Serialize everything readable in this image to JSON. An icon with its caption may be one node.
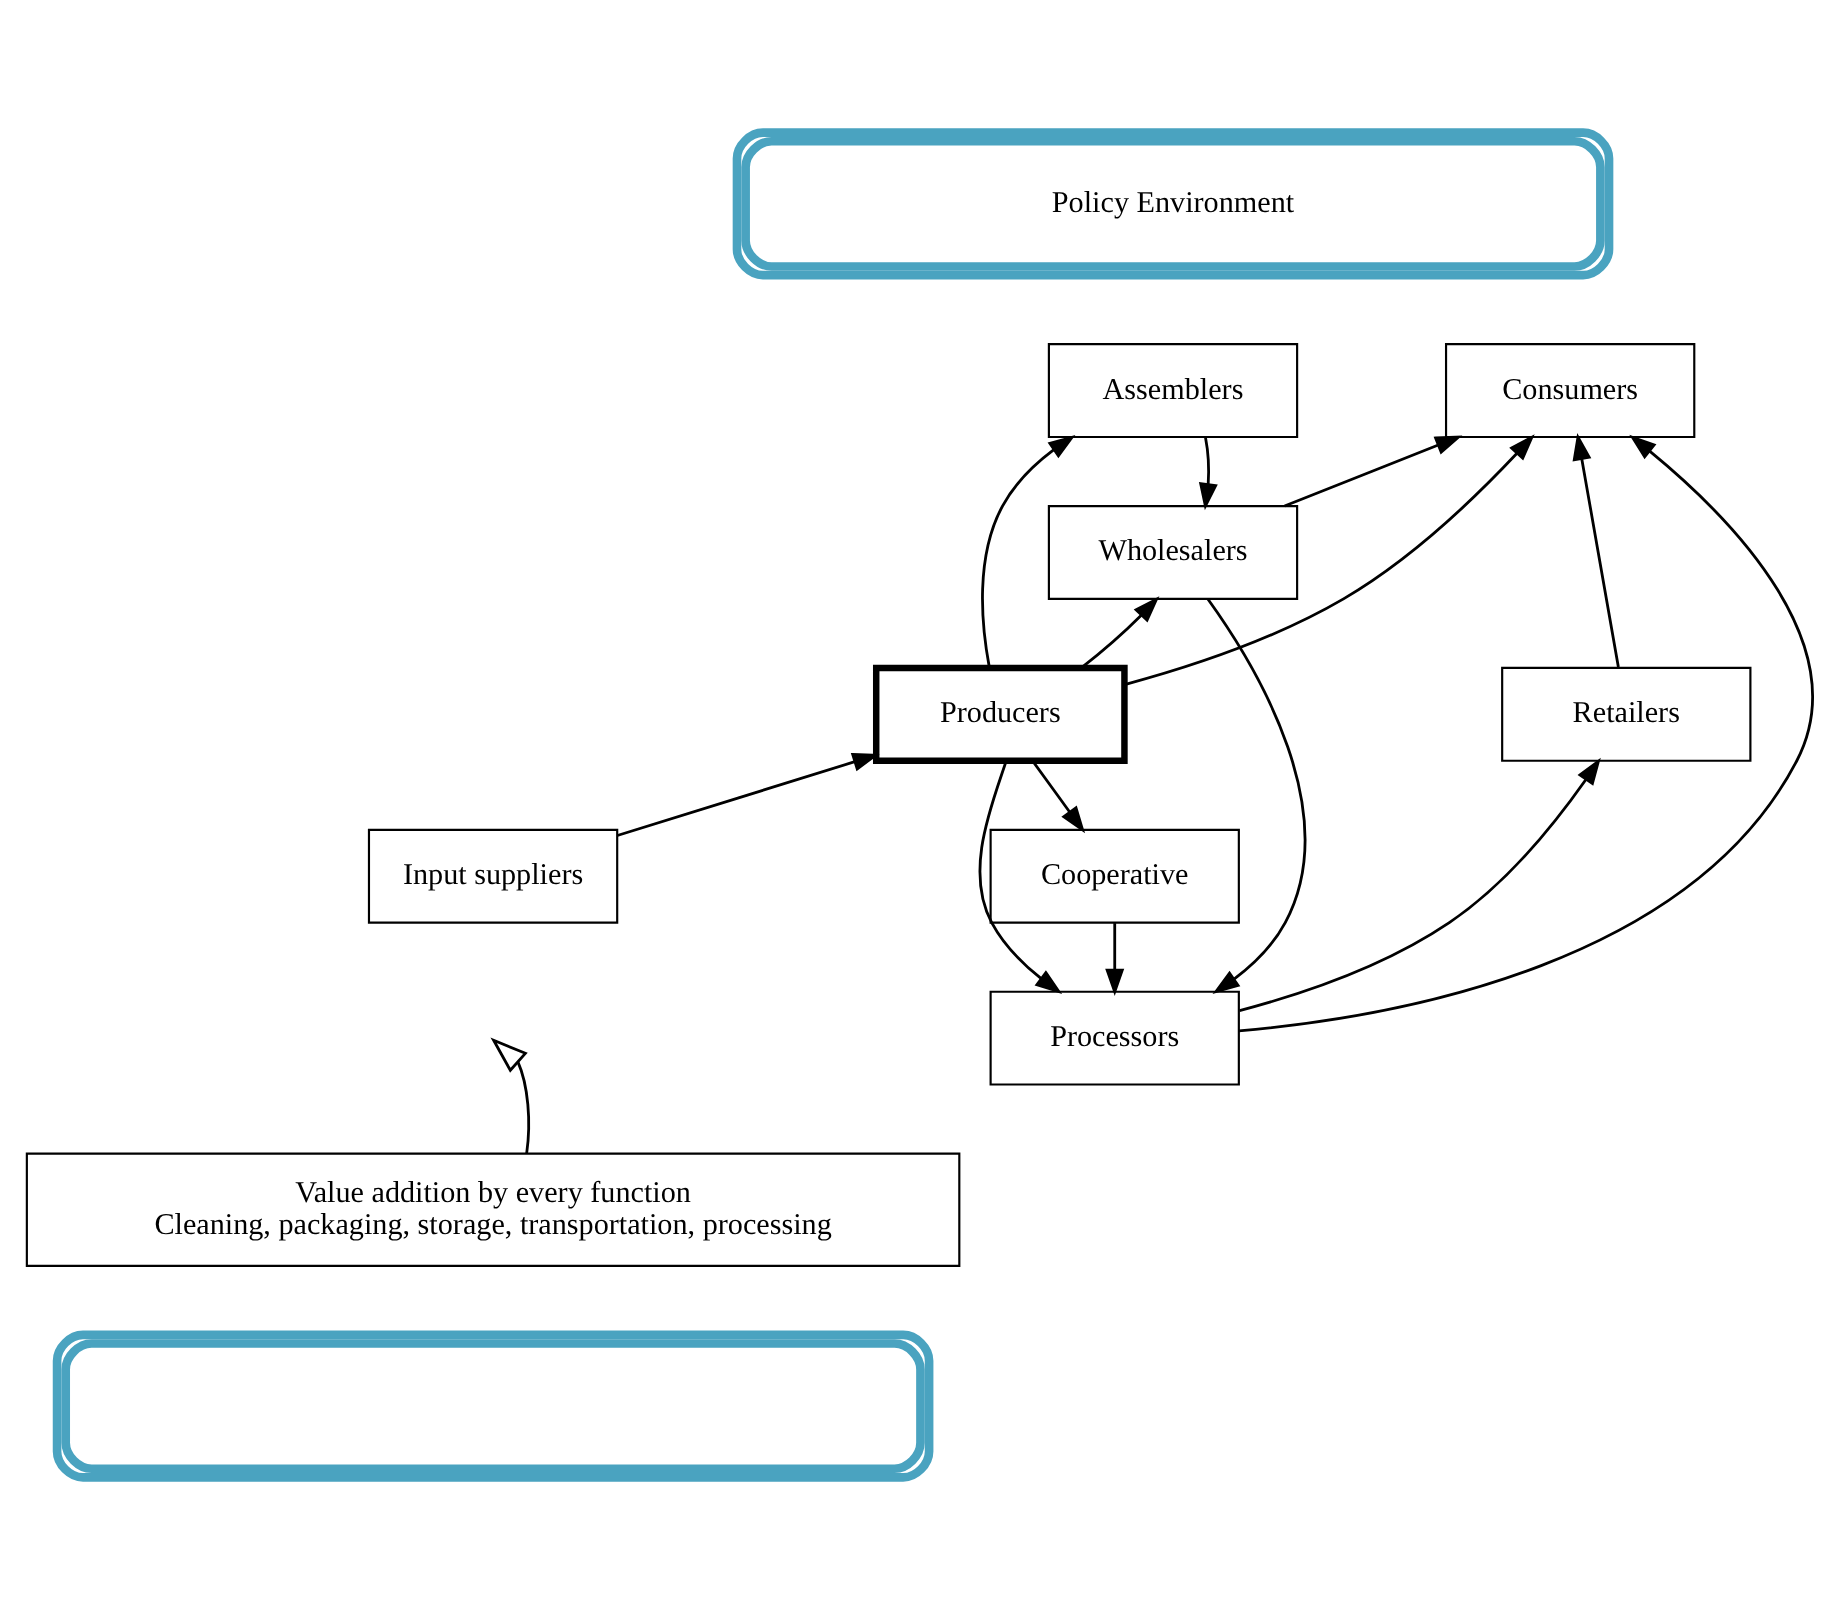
{
  "diagram": {
    "nodes": [
      {
        "text": [
          "Policy Environment"
        ]
      },
      {
        "text": [
          "Producers"
        ]
      },
      {
        "text": [
          "Assemblers"
        ]
      },
      {
        "text": [
          "Consumers"
        ]
      },
      {
        "text": [
          "Wholesalers"
        ]
      },
      {
        "text": [
          "Retailers"
        ]
      },
      {
        "text": [
          "Processors"
        ]
      },
      {
        "text": [
          "Input suppliers"
        ]
      },
      {
        "text": [
          "Cooperative"
        ]
      },
      {
        "text": [
          "Value addition by every function",
          "Cleaning, packaging, storage, transportation, processing"
        ]
      },
      {
        "text": [],
        "shape": "band"
      }
    ],
    "edges": [
      {
        "from": 1,
        "to": 3,
        "arrow": "to"
      },
      {
        "from": 1,
        "to": 2,
        "arrow": "to"
      },
      {
        "from": 1,
        "to": 4,
        "arrow": "to"
      },
      {
        "from": 1,
        "to": 6,
        "arrow": "to"
      },
      {
        "from": 1,
        "to": 8,
        "arrow": "to"
      },
      {
        "from": 2,
        "to": 4,
        "arrow": "to"
      },
      {
        "from": 4,
        "to": 3,
        "arrow": "to"
      },
      {
        "from": 4,
        "to": 6,
        "arrow": "to"
      },
      {
        "from": 5,
        "to": 3,
        "arrow": "to"
      },
      {
        "from": 6,
        "to": 5,
        "arrow": "to"
      },
      {
        "from": 6,
        "to": 3,
        "arrow": "to"
      },
      {
        "from": 7,
        "to": 1,
        "arrow": "to"
      },
      {
        "from": 8,
        "to": 6,
        "arrow": "to"
      },
      {
        "from": 9,
        "to": null,
        "arrow": "to"
      }
    ]
  }
}
